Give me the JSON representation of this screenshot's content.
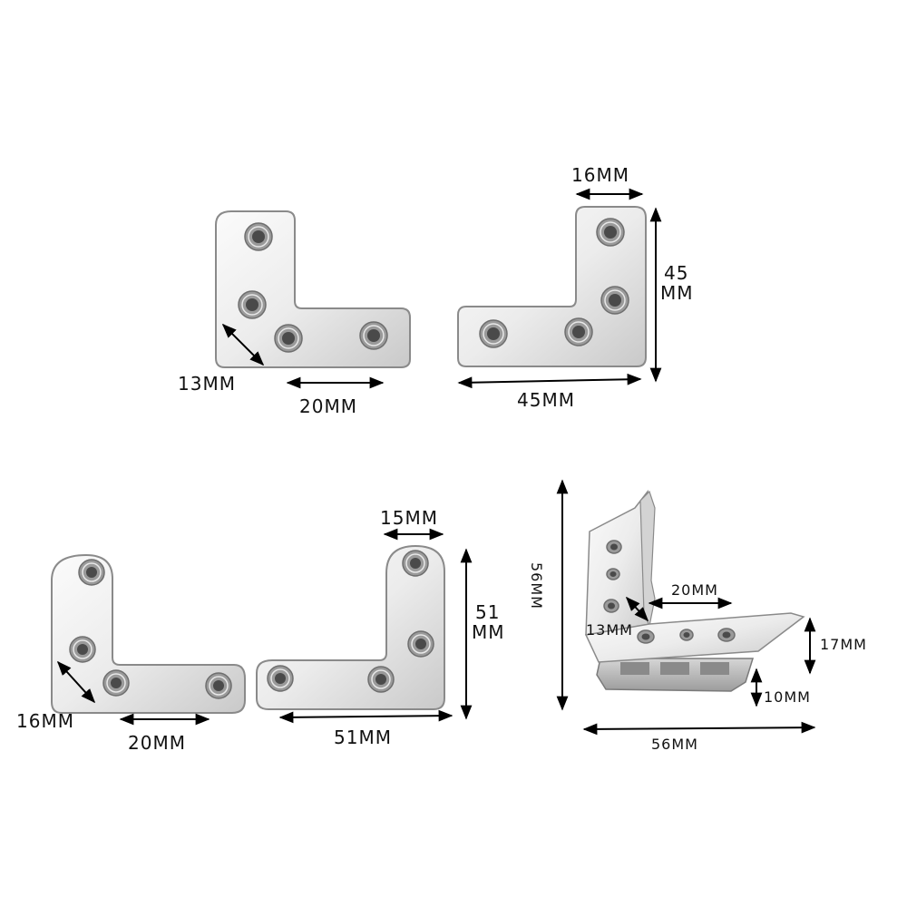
{
  "colors": {
    "background": "#ffffff",
    "line": "#000000",
    "metal_light": "#f4f4f4",
    "metal_dark": "#b9b9b9"
  },
  "brackets": {
    "small_left": {
      "width_label": "13MM",
      "length_label": "20MM"
    },
    "small_right": {
      "top_label": "16MM",
      "height_label": "45\nMM",
      "length_label": "45MM"
    },
    "large_left": {
      "width_label": "16MM",
      "length_label": "20MM"
    },
    "large_right": {
      "top_label": "15MM",
      "height_label": "51\nMM",
      "length_label": "51MM"
    },
    "three_d": {
      "height_label": "56MM",
      "inner_label": "20MM",
      "edge_label": "13MM",
      "flange_label": "17MM",
      "lip_label": "10MM",
      "length_label": "56MM"
    }
  }
}
